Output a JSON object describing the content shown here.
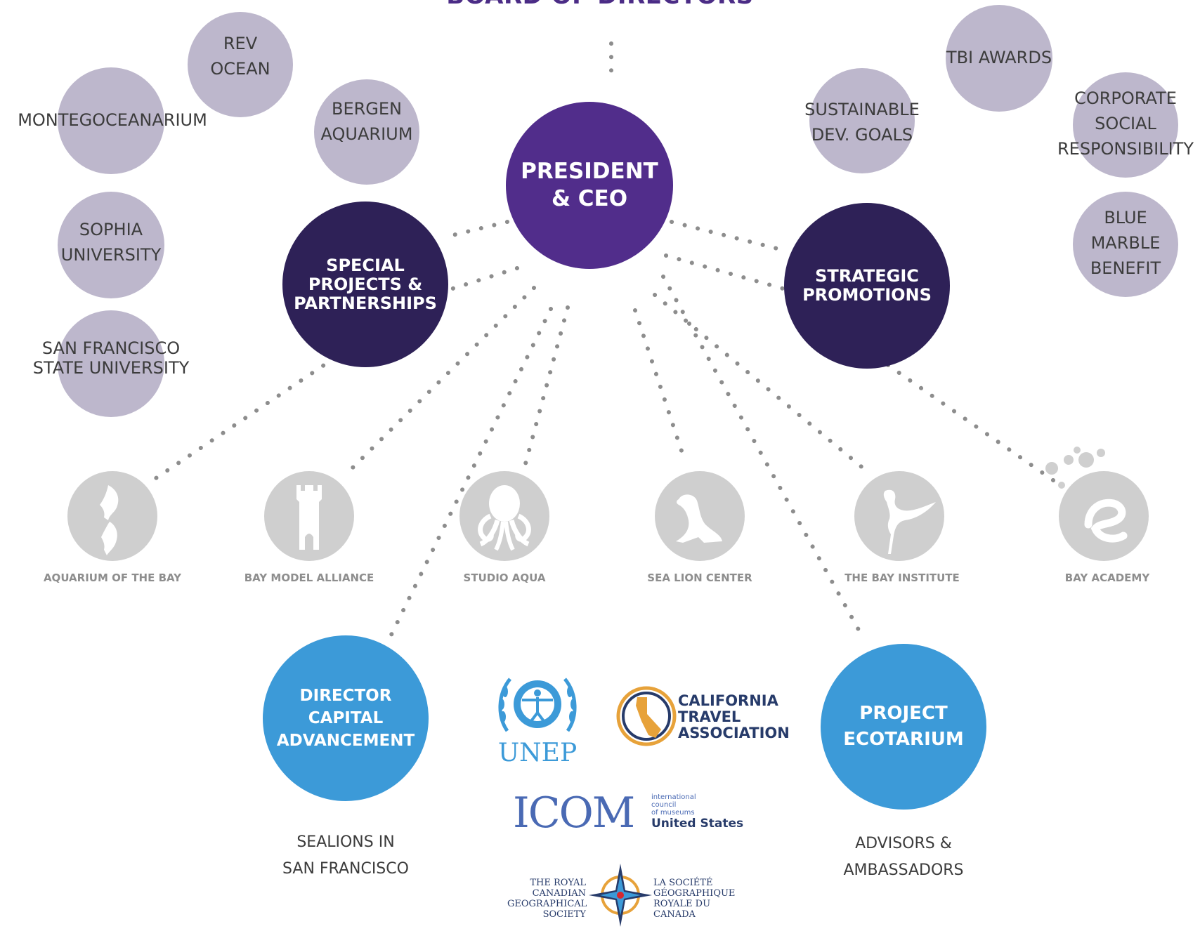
{
  "title": "BOARD OF DIRECTORS",
  "center": {
    "lines": [
      "PRESIDENT",
      "& CEO"
    ]
  },
  "special_projects": {
    "lines": [
      "SPECIAL",
      "PROJECTS &",
      "PARTNERSHIPS"
    ]
  },
  "strategic": {
    "lines": [
      "STRATEGIC",
      "PROMOTIONS"
    ]
  },
  "partners_left": [
    {
      "lines": [
        "REV",
        "OCEAN"
      ]
    },
    {
      "lines": [
        "MONTEGOCEANARIUM"
      ]
    },
    {
      "lines": [
        "BERGEN",
        "AQUARIUM"
      ]
    },
    {
      "lines": [
        "SOPHIA",
        "UNIVERSITY"
      ]
    },
    {
      "lines": [
        "SAN FRANCISCO",
        "STATE UNIVERSITY"
      ]
    }
  ],
  "partners_right": [
    {
      "lines": [
        "TBI AWARDS"
      ]
    },
    {
      "lines": [
        "SUSTAINABLE",
        "DEV. GOALS"
      ]
    },
    {
      "lines": [
        "CORPORATE",
        "SOCIAL",
        "RESPONSIBILITY"
      ]
    },
    {
      "lines": [
        "BLUE",
        "MARBLE",
        "BENEFIT"
      ]
    }
  ],
  "organizations": [
    {
      "label": "AQUARIUM OF THE BAY",
      "icon": "shark-icon"
    },
    {
      "label": "BAY MODEL ALLIANCE",
      "icon": "tower-icon"
    },
    {
      "label": "STUDIO AQUA",
      "icon": "octopus-icon"
    },
    {
      "label": "SEA LION CENTER",
      "icon": "sea-lion-icon"
    },
    {
      "label": "THE BAY INSTITUTE",
      "icon": "heron-icon"
    },
    {
      "label": "BAY ACADEMY",
      "icon": "bay-academy-logo"
    }
  ],
  "director": {
    "lines": [
      "DIRECTOR",
      "CAPITAL",
      "ADVANCEMENT"
    ]
  },
  "ecotarium": {
    "lines": [
      "PROJECT",
      "ECOTARIUM"
    ]
  },
  "sealions": {
    "lines": [
      "SEALIONS IN",
      "SAN FRANCISCO"
    ]
  },
  "advisors": {
    "lines": [
      "ADVISORS &",
      "AMBASSADORS"
    ]
  },
  "affiliate_logos": {
    "unep": "UNEP",
    "california": [
      "CALIFORNIA",
      "TRAVEL",
      "ASSOCIATION"
    ],
    "icom": {
      "mark": "ICOM",
      "small": [
        "international",
        "council",
        "of museums"
      ],
      "country": "United States"
    },
    "rcgs_en": [
      "THE ROYAL",
      "CANADIAN",
      "GEOGRAPHICAL",
      "SOCIETY"
    ],
    "rcgs_fr": [
      "LA SOCIÉTÉ",
      "GÉOGRAPHIQUE",
      "ROYALE DU",
      "CANADA"
    ]
  },
  "colors": {
    "ceo": "#512d8b",
    "dark": "#2e2157",
    "gray": "#bdb7cc",
    "blue": "#3c9ad8",
    "dots": "#8d8d8d",
    "logo": "#cfcfcf"
  }
}
